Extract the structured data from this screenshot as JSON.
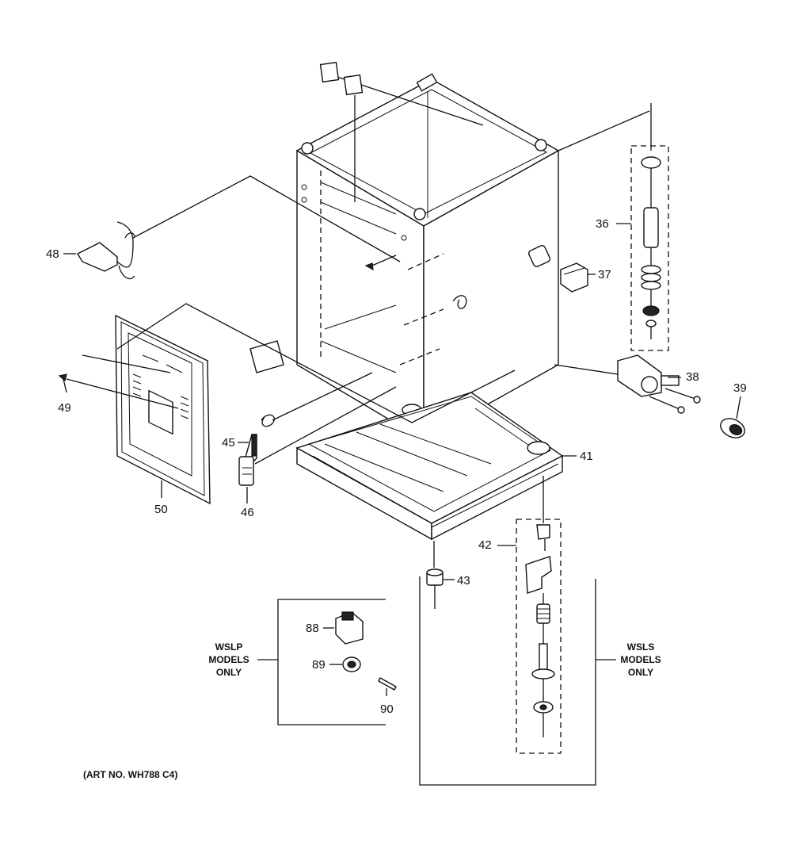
{
  "diagram": {
    "art_number": "(ART NO. WH788 C4)",
    "parts": {
      "p36": "36",
      "p37": "37",
      "p38": "38",
      "p39": "39",
      "p41": "41",
      "p42": "42",
      "p43": "43",
      "p45": "45",
      "p46": "46",
      "p48": "48",
      "p49": "49",
      "p50": "50",
      "p88": "88",
      "p89": "89",
      "p90": "90"
    },
    "groups": {
      "wslp": [
        "WSLP",
        "MODELS",
        "ONLY"
      ],
      "wsls": [
        "WSLS",
        "MODELS",
        "ONLY"
      ]
    }
  }
}
